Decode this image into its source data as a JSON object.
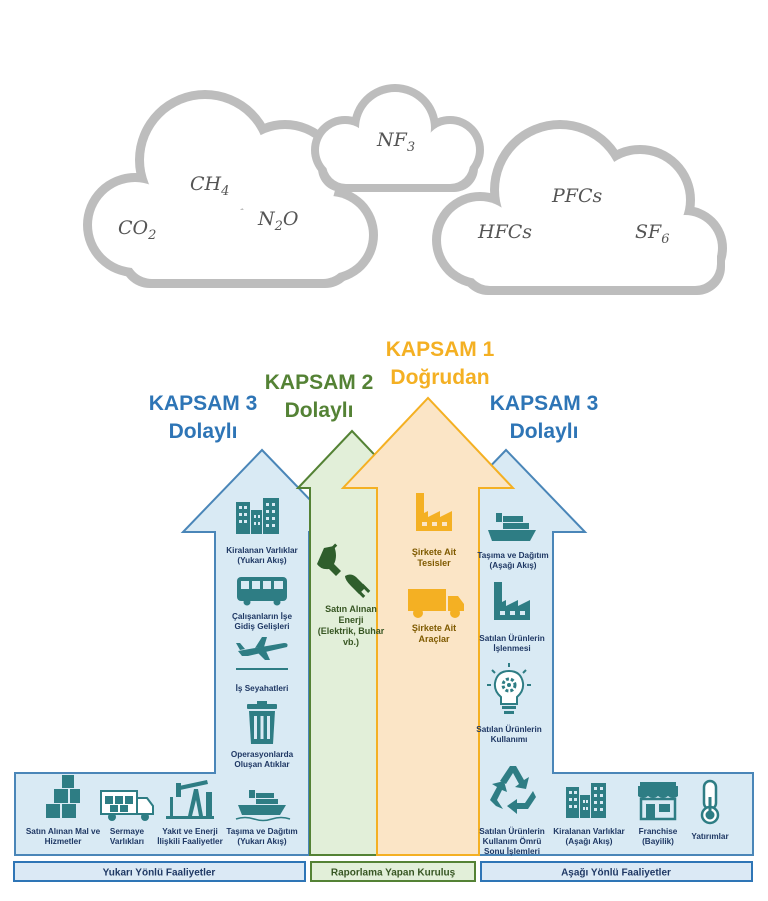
{
  "gases": {
    "co2": "CO",
    "co2_sub": "2",
    "ch4": "CH",
    "ch4_sub": "4",
    "n2o_a": "N",
    "n2o_sub": "2",
    "n2o_b": "O",
    "nf3": "NF",
    "nf3_sub": "3",
    "pfcs": "PFCs",
    "hfcs": "HFCs",
    "sf6": "SF",
    "sf6_sub": "6"
  },
  "scopes": {
    "scope3_left": {
      "title": "KAPSAM 3",
      "subtitle": "Dolaylı"
    },
    "scope2": {
      "title": "KAPSAM 2",
      "subtitle": "Dolaylı"
    },
    "scope1": {
      "title": "KAPSAM 1",
      "subtitle": "Doğrudan"
    },
    "scope3_right": {
      "title": "KAPSAM 3",
      "subtitle": "Dolaylı"
    }
  },
  "upstream": {
    "column": [
      {
        "lines": [
          "Kiralanan Varlıklar",
          "(Yukarı Akış)"
        ]
      },
      {
        "lines": [
          "Çalışanların İşe",
          "Gidiş Gelişleri"
        ]
      },
      {
        "lines": [
          "İş Seyahatleri"
        ]
      },
      {
        "lines": [
          "Operasyonlarda",
          "Oluşan Atıklar"
        ]
      }
    ],
    "row": [
      {
        "lines": [
          "Satın Alınan Mal ve",
          "Hizmetler"
        ]
      },
      {
        "lines": [
          "Sermaye",
          "Varlıkları"
        ]
      },
      {
        "lines": [
          "Yakıt ve Enerji",
          "İlişkili Faaliyetler"
        ]
      },
      {
        "lines": [
          "Taşıma ve Dağıtım",
          "(Yukarı Akış)"
        ]
      }
    ]
  },
  "scope2_item": {
    "lines": [
      "Satın Alınan",
      "Enerji",
      "(Elektrik, Buhar",
      "vb.)"
    ]
  },
  "scope1_items": [
    {
      "lines": [
        "Şirkete Ait",
        "Tesisler"
      ]
    },
    {
      "lines": [
        "Şirkete Ait",
        "Araçlar"
      ]
    }
  ],
  "downstream": {
    "column": [
      {
        "lines": [
          "Taşıma ve Dağıtım",
          "(Aşağı Akış)"
        ]
      },
      {
        "lines": [
          "Satılan Ürünlerin",
          "İşlenmesi"
        ]
      },
      {
        "lines": [
          "Satılan Ürünlerin",
          "Kullanımı"
        ]
      }
    ],
    "row": [
      {
        "lines": [
          "Satılan Ürünlerin",
          "Kullanım Ömrü",
          "Sonu İşlemleri"
        ]
      },
      {
        "lines": [
          "Kiralanan Varlıklar",
          "(Aşağı Akış)"
        ]
      },
      {
        "lines": [
          "Franchise",
          "(Bayilik)"
        ]
      },
      {
        "lines": [
          "Yatırımlar"
        ]
      }
    ]
  },
  "bars": {
    "upstream": "Yukarı Yönlü Faaliyetler",
    "reporting": "Raporlama Yapan Kuruluş",
    "downstream": "Aşağı Yönlü Faaliyetler"
  },
  "colors": {
    "scope3": "#2e75b6",
    "scope2": "#548235",
    "scope1": "#f4b023",
    "icon": "#2e7d84",
    "cloud": "#bfbfbf"
  }
}
